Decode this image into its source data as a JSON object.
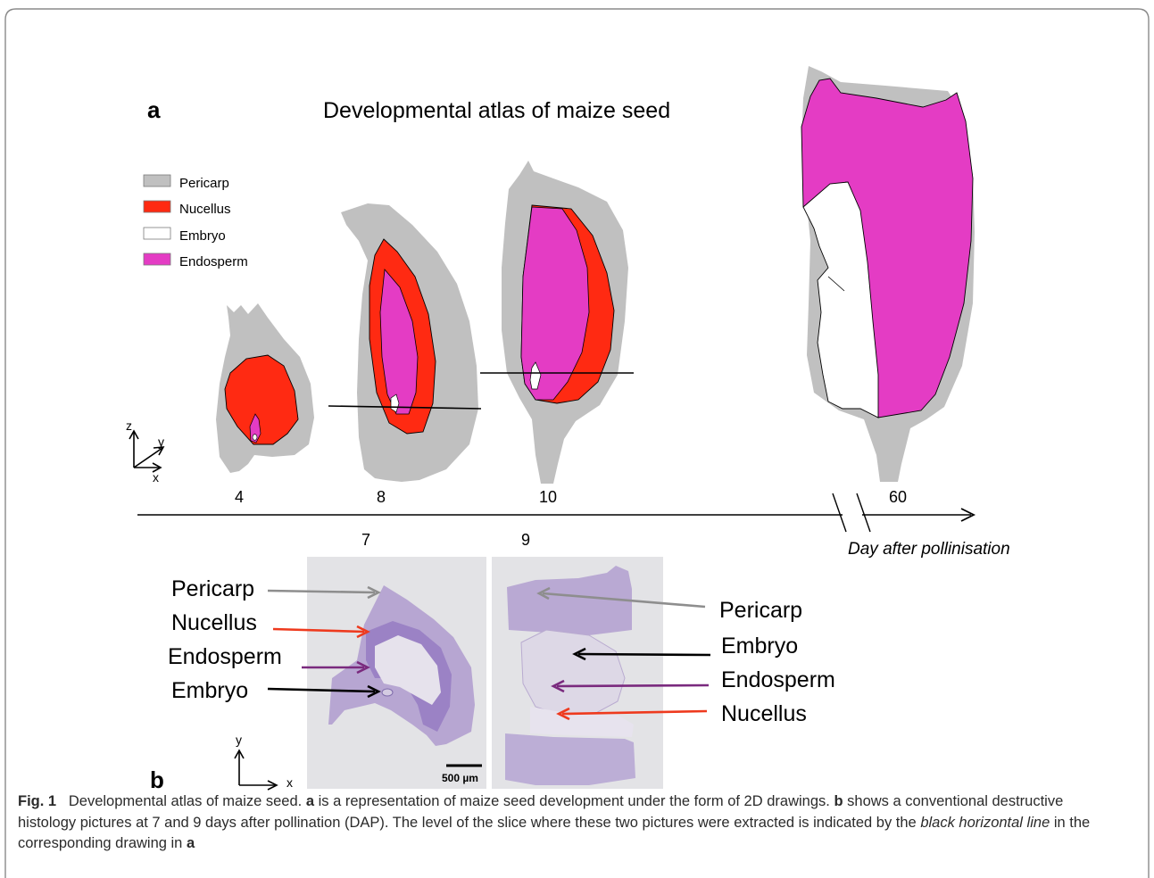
{
  "panel_a": {
    "letter": "a",
    "title": "Developmental atlas of maize seed",
    "legend": [
      {
        "label": "Pericarp",
        "color": "#c0c0c0"
      },
      {
        "label": "Nucellus",
        "color": "#ff2a12"
      },
      {
        "label": "Embryo",
        "color": "#ffffff"
      },
      {
        "label": "Endosperm",
        "color": "#e43cc4"
      }
    ],
    "axes": {
      "z": "z",
      "y": "y",
      "x": "x"
    },
    "stages": [
      "4",
      "8",
      "10",
      "60"
    ],
    "timeline_label": "Day after pollinisation"
  },
  "panel_b": {
    "letter": "b",
    "stages": [
      "7",
      "9"
    ],
    "scale_bar": "500 µm",
    "left_labels": [
      "Pericarp",
      "Nucellus",
      "Endosperm",
      "Embryo"
    ],
    "right_labels": [
      "Pericarp",
      "Embryo",
      "Endosperm",
      "Nucellus"
    ],
    "axes": {
      "y": "y",
      "x": "x"
    },
    "arrow_colors": {
      "pericarp": "#8e8e8e",
      "nucellus": "#ee3a1e",
      "endosperm": "#7a2a7e",
      "embryo": "#000000"
    }
  },
  "caption": {
    "fig_label": "Fig. 1",
    "text1": "Developmental atlas of maize seed.",
    "a1": "a",
    "text2": "is a representation of maize seed development under the form of 2D drawings.",
    "b1": "b",
    "text3": "shows a conventional destructive histology pictures at 7 and 9 days after pollination (DAP). The level of the slice where these two pictures were extracted is indicated by the",
    "italic": "black horizontal line",
    "text4": "in the corresponding drawing in",
    "a2": "a"
  }
}
